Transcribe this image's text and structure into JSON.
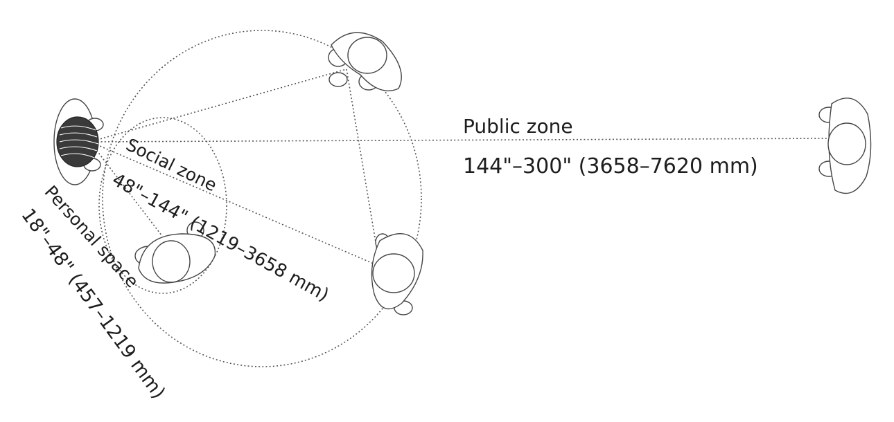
{
  "zones": {
    "public": {
      "title": "Public zone",
      "range": "144\"–300\" (3658–7620 mm)"
    },
    "social": {
      "title": "Social zone",
      "range": "48\"–144\" (1219–3658 mm)"
    },
    "personal": {
      "title": "Personal space",
      "range": "18\"–48\" (457–1219 mm)"
    }
  }
}
